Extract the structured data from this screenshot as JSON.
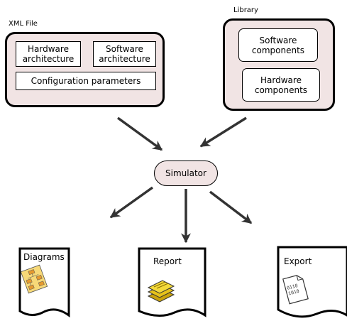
{
  "xml_group": {
    "label": "XML File",
    "hardware_architecture": [
      "Hardware",
      "architecture"
    ],
    "software_architecture": [
      "Software",
      "architecture"
    ],
    "configuration_parameters": "Configuration parameters"
  },
  "library_group": {
    "label": "Library",
    "software_components": [
      "Software",
      "components"
    ],
    "hardware_components": [
      "Hardware",
      "components"
    ]
  },
  "simulator": {
    "label": "Simulator"
  },
  "outputs": {
    "diagrams": "Diagrams",
    "report": "Report",
    "export": "Export",
    "export_icon_bits": [
      "0110",
      "1010"
    ]
  }
}
